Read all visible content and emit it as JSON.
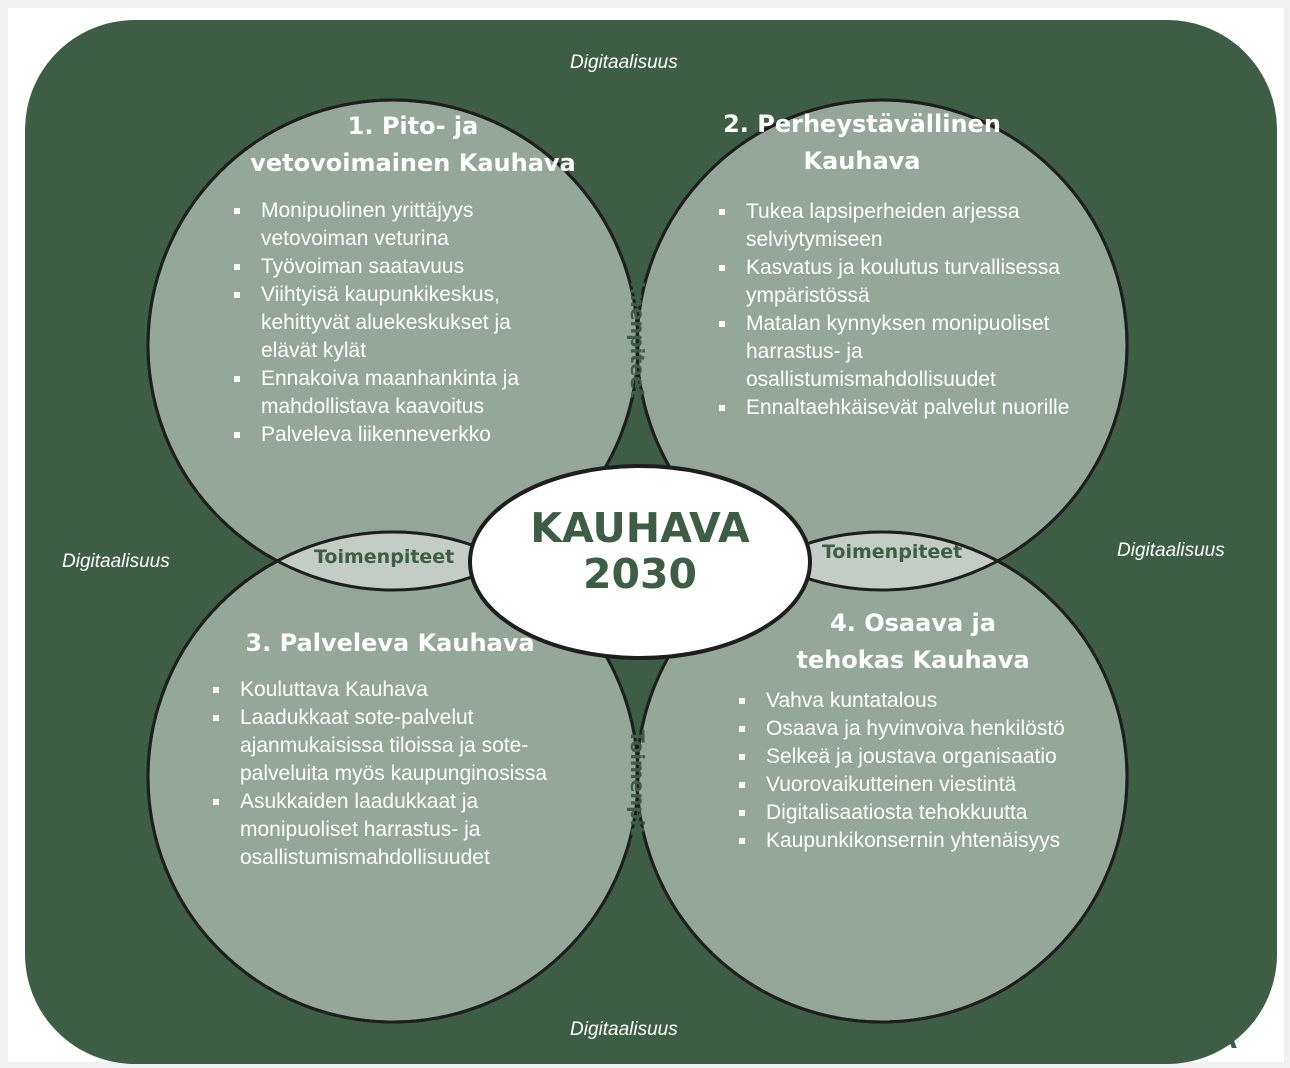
{
  "colors": {
    "background": "#3d5e45",
    "circle_fill": "#95a798",
    "lens_fill": "#c4cdc5",
    "center_fill": "#ffffff",
    "text_dark": "#3d5e45"
  },
  "digitalisuus": {
    "top": "Digitaalisuus",
    "left": "Digitaalisuus",
    "right": "Digitaalisuus",
    "bottom": "Digitaalisuus"
  },
  "center": {
    "line1": "KAUHAVA",
    "line2": "2030"
  },
  "circles": [
    {
      "title1": "1. Pito- ja",
      "title2": "vetovoimainen Kauhava",
      "items": [
        "Monipuolinen yrittäjyys vetovoiman veturina",
        "Työvoiman saatavuus",
        "Viihtyisä kaupunkikeskus, kehittyvät aluekeskukset ja elävät kylät",
        "Ennakoiva maanhankinta ja mahdollistava kaavoitus",
        "Palveleva liikenneverkko"
      ]
    },
    {
      "title1": "2. Perheystävällinen",
      "title2": "Kauhava",
      "items": [
        "Tukea lapsiperheiden arjessa selviytymiseen",
        "Kasvatus ja koulutus turvallisessa ympäristössä",
        "Matalan kynnyksen monipuoliset harrastus- ja osallistumismahdollisuudet",
        "Ennaltaehkäisevät palvelut nuorille"
      ]
    },
    {
      "title1": "3. Palveleva Kauhava",
      "items": [
        "Kouluttava Kauhava",
        "Laadukkaat sote-palvelut ajanmukaisissa tiloissa ja sote-palveluita myös kaupunginosissa",
        "Asukkaiden laadukkaat ja monipuoliset harrastus- ja osallistumismahdollisuudet"
      ]
    },
    {
      "title1": "4. Osaava ja",
      "title2": "tehokas Kauhava",
      "items": [
        "Vahva kuntatalous",
        "Osaava ja hyvinvoiva henkilöstö",
        "Selkeä ja joustava organisaatio",
        "Vuorovaikutteinen viestintä",
        "Digitalisaatiosta tehokkuutta",
        "Kaupunkikonsernin yhtenäisyys"
      ]
    }
  ],
  "toimenpiteet": {
    "top": "Toimenpiteet",
    "left": "Toimenpiteet",
    "right": "Toimenpiteet",
    "bottom": "Toimenpiteet"
  },
  "logo_text": "AVA"
}
